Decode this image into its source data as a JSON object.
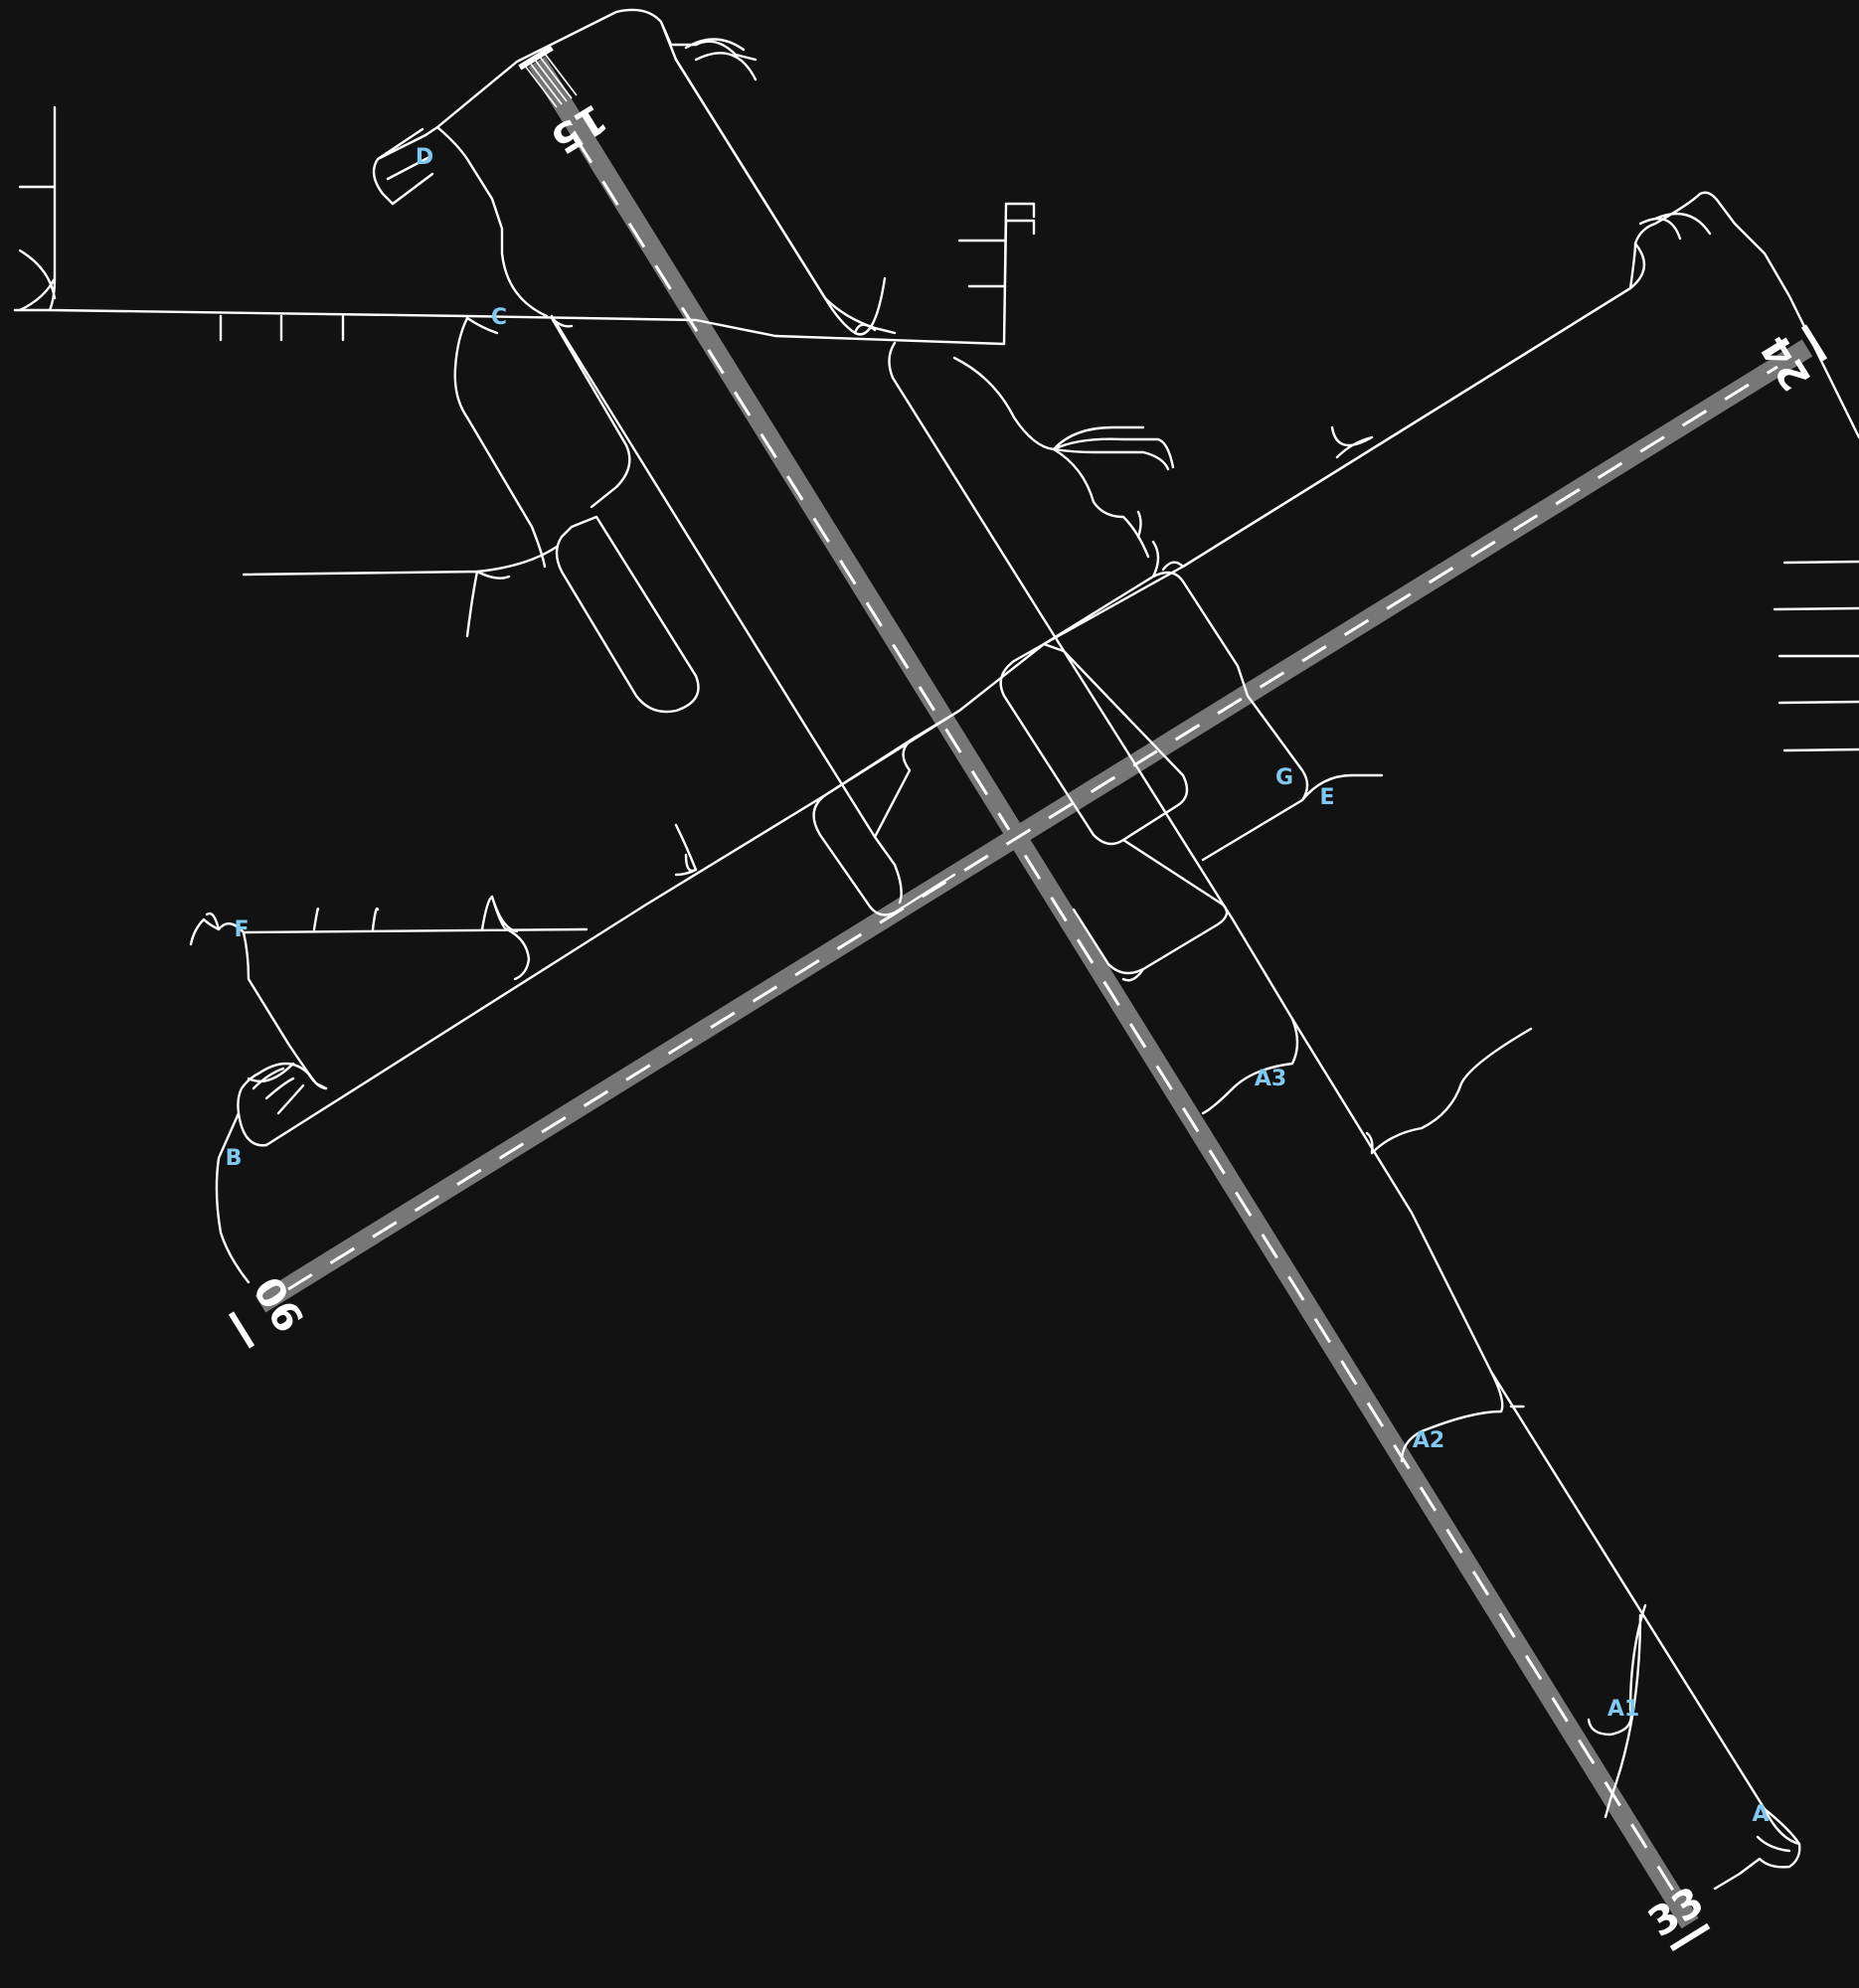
{
  "colors": {
    "background": "#121212",
    "runway": "#777777",
    "taxiway": "#ffffff",
    "taxiway_label": "#7ec8f2",
    "runway_label": "#ffffff"
  },
  "runways": [
    {
      "id": "rwy-15-33",
      "ends": [
        "15",
        "33"
      ]
    },
    {
      "id": "rwy-06-24",
      "ends": [
        "06",
        "24"
      ]
    }
  ],
  "runway_labels": {
    "r15": "15",
    "r33": "33",
    "r06": "06",
    "r24": "24"
  },
  "taxiway_labels": {
    "A": "A",
    "A1": "A1",
    "A2": "A2",
    "A3": "A3",
    "B": "B",
    "C": "C",
    "D": "D",
    "E": "E",
    "F": "F",
    "G": "G"
  }
}
